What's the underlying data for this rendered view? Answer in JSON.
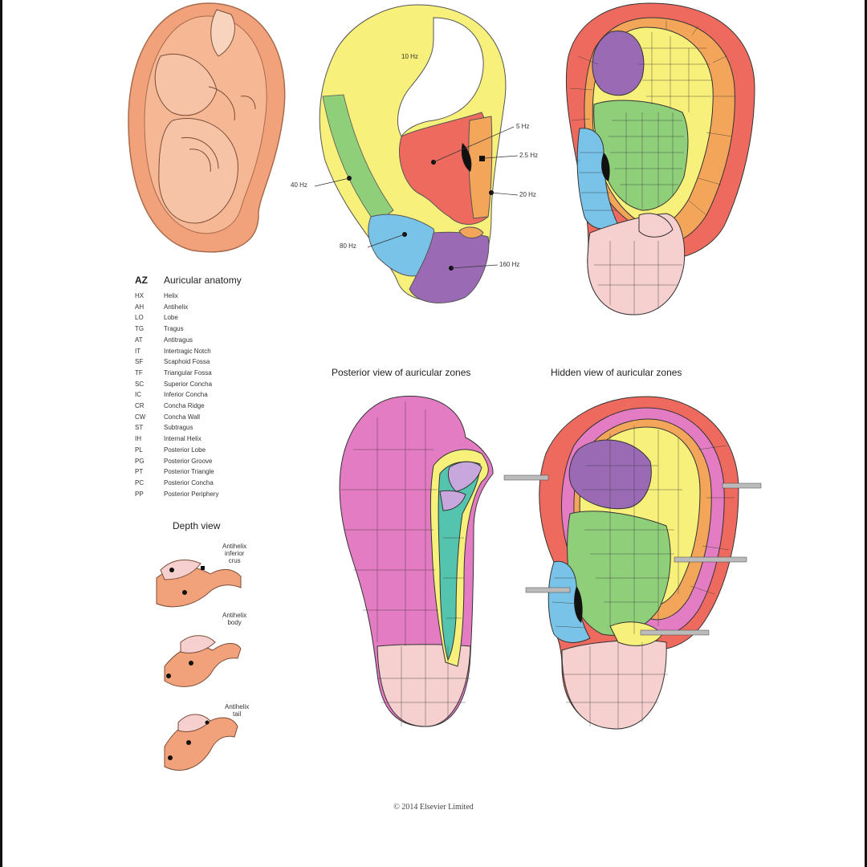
{
  "hz_labels": {
    "hz10": "10 Hz",
    "hz5": "5 Hz",
    "hz2_5": "2.5 Hz",
    "hz20": "20 Hz",
    "hz40": "40 Hz",
    "hz80": "80 Hz",
    "hz160": "160 Hz"
  },
  "legend": {
    "code_header": "AZ",
    "title": "Auricular anatomy",
    "items": [
      {
        "code": "HX",
        "name": "Helix"
      },
      {
        "code": "AH",
        "name": "Antihelix"
      },
      {
        "code": "LO",
        "name": "Lobe"
      },
      {
        "code": "TG",
        "name": "Tragus"
      },
      {
        "code": "AT",
        "name": "Antitragus"
      },
      {
        "code": "IT",
        "name": "Intertragic Notch"
      },
      {
        "code": "SF",
        "name": "Scaphoid Fossa"
      },
      {
        "code": "TF",
        "name": "Triangular Fossa"
      },
      {
        "code": "SC",
        "name": "Superior Concha"
      },
      {
        "code": "IC",
        "name": "Inferior Concha"
      },
      {
        "code": "CR",
        "name": "Concha Ridge"
      },
      {
        "code": "CW",
        "name": "Concha Wall"
      },
      {
        "code": "ST",
        "name": "Subtragus"
      },
      {
        "code": "IH",
        "name": "Internal Helix"
      },
      {
        "code": "PL",
        "name": "Posterior Lobe"
      },
      {
        "code": "PG",
        "name": "Posterior Groove"
      },
      {
        "code": "PT",
        "name": "Posterior Triangle"
      },
      {
        "code": "PC",
        "name": "Posterior Concha"
      },
      {
        "code": "PP",
        "name": "Posterior Periphery"
      }
    ]
  },
  "sections": {
    "posterior": "Posterior view of auricular zones",
    "hidden": "Hidden view of auricular zones",
    "depth": "Depth view"
  },
  "depth_labels": {
    "inferior_crus": "Antihelix\ninferior\ncrus",
    "body": "Antihelix\nbody",
    "tail": "Antihelix\ntail"
  },
  "copyright": "© 2014 Elsevier Limited",
  "colors": {
    "skin": "#f2a27a",
    "yellow": "#f7f07a",
    "green": "#8fcf7a",
    "red": "#ef6a5e",
    "orange": "#f3a65a",
    "blue": "#79c3e8",
    "purple": "#9a6bb4",
    "pink": "#e47cc4",
    "teal": "#54c4ae",
    "lavender": "#c8a8dc",
    "lightpink": "#f6cfcf"
  }
}
